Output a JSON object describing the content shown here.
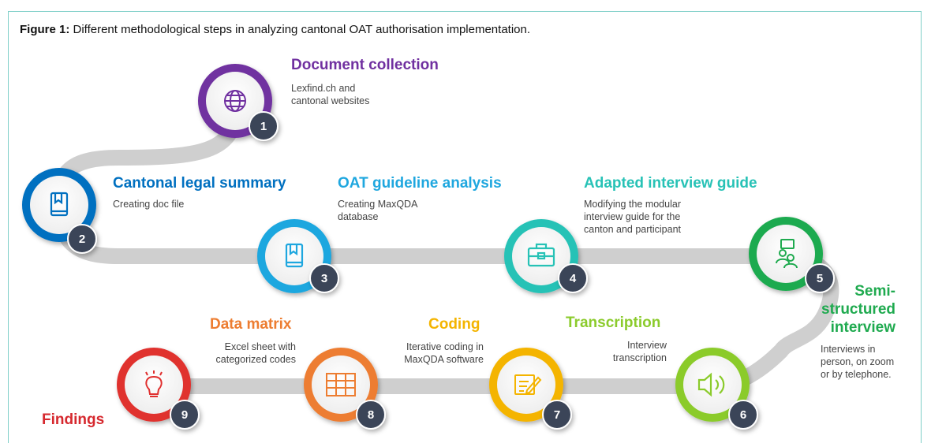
{
  "caption": {
    "label": "Figure 1:",
    "text": " Different methodological steps in analyzing cantonal OAT authorisation implementation."
  },
  "colors": {
    "connector": "#cfcfcf",
    "badge": "#3b4558",
    "step1": "#7030a0",
    "step2": "#0070c0",
    "step3": "#1fa7df",
    "step4": "#27c2b6",
    "step5": "#1faa4f",
    "step6": "#8bcb2c",
    "step7": "#f4b400",
    "step8": "#ed7d31",
    "step9": "#e0302f",
    "findings": "#d6282e"
  },
  "steps": [
    {
      "number": "1",
      "title": "Document collection",
      "desc": [
        "Lexfind.ch and",
        "cantonal websites"
      ],
      "icon": "globe-icon"
    },
    {
      "number": "2",
      "title": "Cantonal legal summary",
      "desc": [
        "Creating doc file"
      ],
      "icon": "book-icon"
    },
    {
      "number": "3",
      "title": "OAT guideline analysis",
      "desc": [
        "Creating MaxQDA",
        "database"
      ],
      "icon": "book-icon"
    },
    {
      "number": "4",
      "title": "Adapted interview guide",
      "desc": [
        "Modifying the modular",
        "interview guide for the",
        "canton and participant"
      ],
      "icon": "briefcase-icon"
    },
    {
      "number": "5",
      "title": [
        "Semi-",
        "structured",
        "interview"
      ],
      "desc": [
        "Interviews in",
        "person, on zoom",
        "or by telephone."
      ],
      "icon": "people-icon"
    },
    {
      "number": "6",
      "title": "Transcription",
      "desc": [
        "Interview",
        "transcription"
      ],
      "icon": "speaker-icon"
    },
    {
      "number": "7",
      "title": "Coding",
      "desc": [
        "Iterative coding in",
        "MaxQDA software"
      ],
      "icon": "edit-icon"
    },
    {
      "number": "8",
      "title": "Data matrix",
      "desc": [
        "Excel sheet with",
        "categorized codes"
      ],
      "icon": "grid-icon"
    },
    {
      "number": "9",
      "title": "Findings",
      "desc": [],
      "icon": "lightbulb-icon"
    }
  ]
}
